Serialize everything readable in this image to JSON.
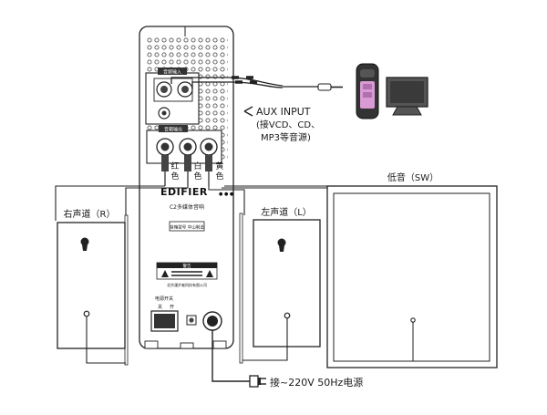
{
  "brand": "EDIFIER",
  "amp": {
    "model_label": "C2多媒体音响",
    "aux_panel_label": "音频输入",
    "output_panel_label": "音箱输出",
    "spec_label": "音箱型号 中山制造",
    "warning_label": "警告",
    "maker_label": "北京漫步者科技有限公司",
    "power_switch_label": "电源开关",
    "switch_marks": [
      "关",
      "开"
    ]
  },
  "output_labels": [
    {
      "char1": "红",
      "char2": "色"
    },
    {
      "char1": "白",
      "char2": "色"
    },
    {
      "char1": "黄",
      "char2": "色"
    }
  ],
  "aux": {
    "line1": "AUX INPUT",
    "line2": "(接VCD、CD、",
    "line3": "MP3等音源)"
  },
  "speakers": {
    "right": "右声道（R）",
    "left": "左声道（L）",
    "sub": "低音（SW）"
  },
  "power": "接~220V 50Hz电源",
  "icons": [
    "mp3-player-icon",
    "monitor-icon",
    "power-plug-icon",
    "jack-plug-icon",
    "keyhole-icon"
  ]
}
